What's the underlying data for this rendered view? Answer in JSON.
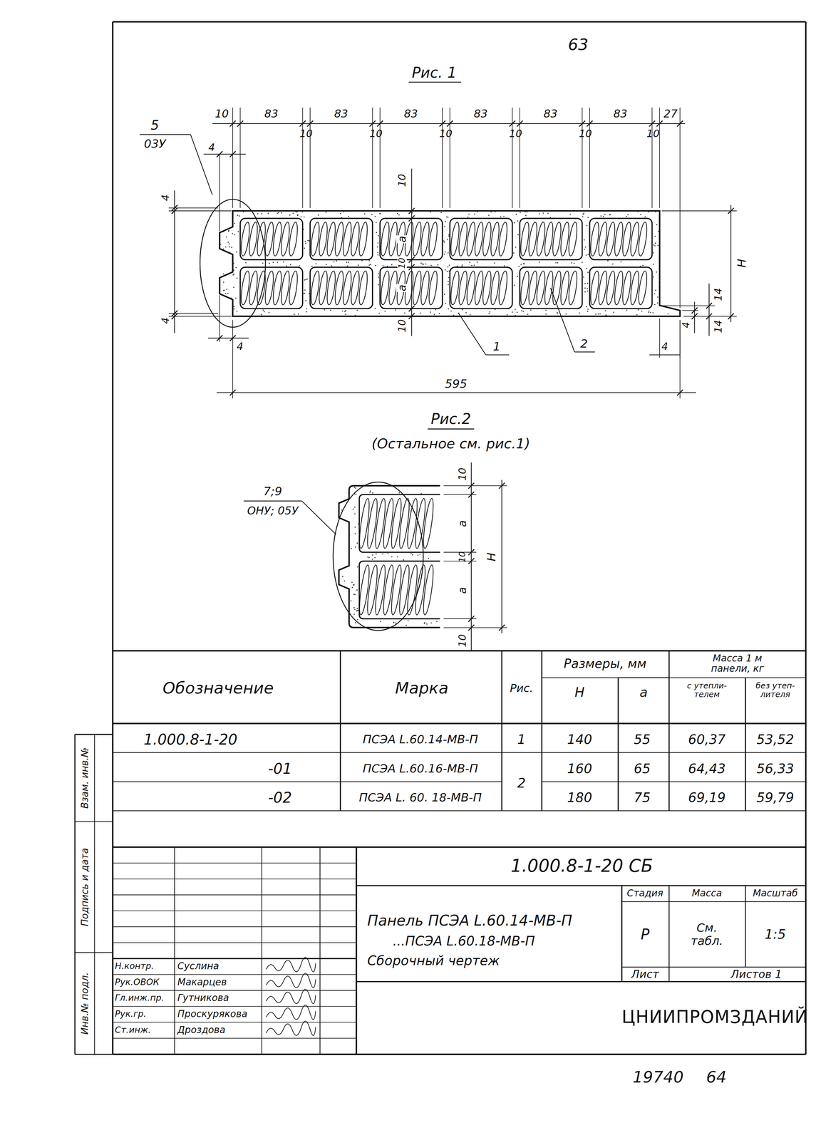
{
  "diagram": {
    "labels": [
      "63",
      "Рис. 1",
      "10",
      "83",
      "83",
      "83",
      "83",
      "83",
      "83",
      "27",
      "10",
      "10",
      "10",
      "10",
      "10",
      "10",
      "5",
      "03У",
      "4",
      "4",
      "4",
      "4",
      "10",
      "a",
      "10",
      "a",
      "10",
      "H",
      "14",
      "4",
      "14",
      "1",
      "2",
      "4",
      "595",
      "Рис.2",
      "(Остальное см. рис.1)",
      "7;9",
      "ОНУ; 05У",
      "10",
      "a",
      "10",
      "H",
      "a",
      "10",
      "Обозначение",
      "Марка",
      "Рис.",
      "Размеры, мм",
      "Масса 1 м панели, кг",
      "H",
      "a",
      "с утепли- телем",
      "без утеп- лителя",
      "1.000.8-1-20",
      "ПСЭА L.60.14-МВ-П",
      "1",
      "140",
      "55",
      "60,37",
      "53,52",
      "-01",
      "ПСЭА L.60.16-МВ-П",
      "2",
      "160",
      "65",
      "64,43",
      "56,33",
      "-02",
      "ПСЭА L. 60. 18-МВ-П",
      "180",
      "75",
      "69,19",
      "59,79",
      "1.000.8-1-20 СБ",
      "Панель ПСЭА L.60.14-МВ-П",
      "...ПСЭА L.60.18-МВ-П",
      "Сборочный чертеж",
      "Стадия",
      "Масса",
      "Масштаб",
      "Р",
      "См. табл.",
      "1:5",
      "Лист",
      "Листов 1",
      "ЦНИИПРОМЗДАНИЙ",
      "Н.контр.",
      "Суслина",
      "Рук.ОВОК",
      "Макарцев",
      "Гл.инж.пр.",
      "Гутникова",
      "Рук.гр.",
      "Проскурякова",
      "Ст.инж.",
      "Дроздова",
      "Взам. инв.№",
      "Подпись и дата",
      "Инв.№ подл.",
      "19740",
      "64"
    ]
  }
}
